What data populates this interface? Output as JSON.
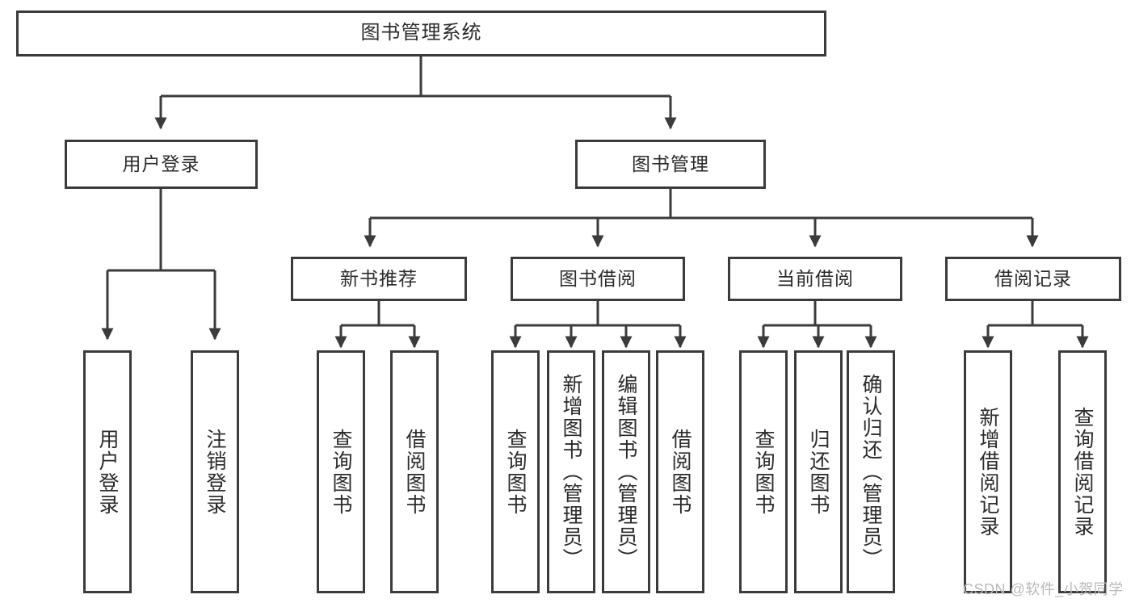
{
  "diagram": {
    "title": "图书管理系统",
    "type": "tree-hierarchy-diagram",
    "root": {
      "label": "图书管理系统"
    },
    "level1": [
      {
        "label": "用户登录"
      },
      {
        "label": "图书管理"
      }
    ],
    "level2": [
      {
        "label": "新书推荐"
      },
      {
        "label": "图书借阅"
      },
      {
        "label": "当前借阅"
      },
      {
        "label": "借阅记录"
      }
    ],
    "leaves": {
      "user_login": [
        {
          "label": "用户登录"
        },
        {
          "label": "注销登录"
        }
      ],
      "new_book_recommend": [
        {
          "label": "查询图书"
        },
        {
          "label": "借阅图书"
        }
      ],
      "book_borrow": [
        {
          "label": "查询图书"
        },
        {
          "label": "新增图书（管理员）"
        },
        {
          "label": "编辑图书（管理员）"
        },
        {
          "label": "借阅图书"
        }
      ],
      "current_borrow": [
        {
          "label": "查询图书"
        },
        {
          "label": "归还图书"
        },
        {
          "label": "确认归还（管理员）"
        }
      ],
      "borrow_record": [
        {
          "label": "新增借阅记录"
        },
        {
          "label": "查询借阅记录"
        }
      ]
    }
  },
  "watermark": {
    "text": "CSDN @软件_小贺同学"
  },
  "colors": {
    "stroke": "#3b3b3b",
    "fill": "#ffffff",
    "text": "#2b2b2b",
    "watermark": "#b9b9b9"
  }
}
